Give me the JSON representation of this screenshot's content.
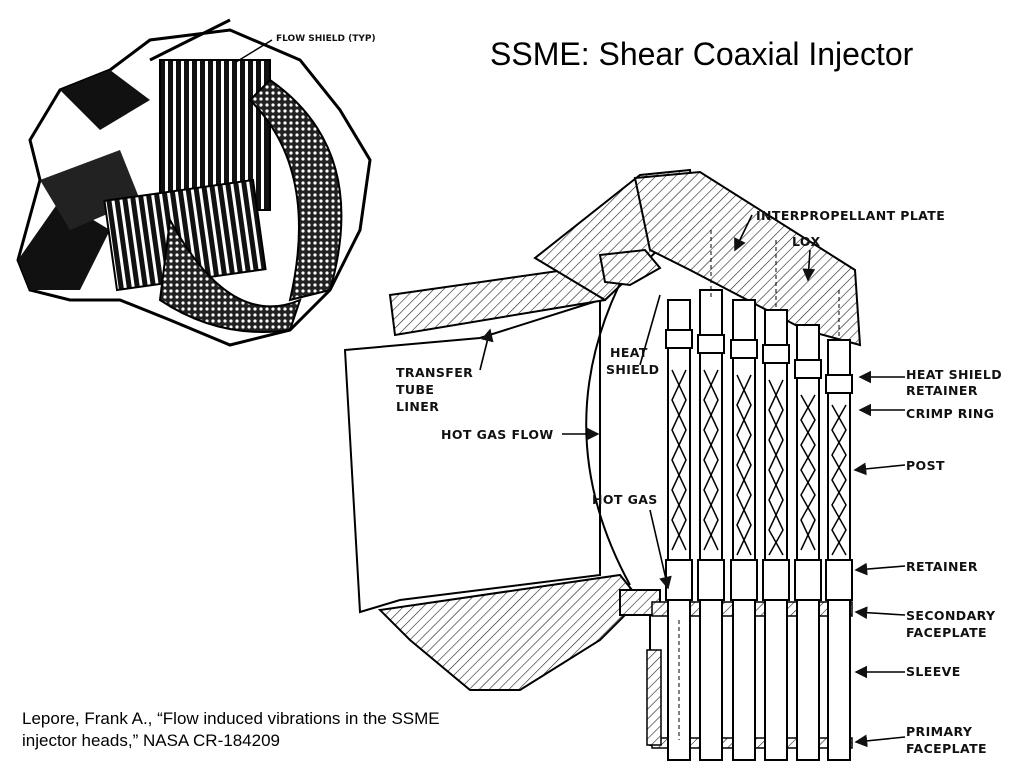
{
  "title": "SSME: Shear Coaxial Injector",
  "citation": {
    "line1": "Lepore, Frank A., “Flow induced vibrations in the SSME",
    "line2": "injector heads,” NASA CR-184209"
  },
  "cutaway": {
    "flow_shield_label": "FLOW SHIELD (TYP)"
  },
  "section_labels": {
    "interpropellant_plate": "INTERPROPELLANT PLATE",
    "lox": "LOX",
    "heat_shield_1": "HEAT",
    "heat_shield_2": "SHIELD",
    "transfer_1": "TRANSFER",
    "transfer_2": "TUBE",
    "transfer_3": "LINER",
    "hot_gas_flow": "HOT GAS FLOW",
    "hot_gas": "HOT GAS",
    "heat_shield_retainer_1": "HEAT SHIELD",
    "heat_shield_retainer_2": "RETAINER",
    "crimp_ring": "CRIMP RING",
    "post": "POST",
    "retainer": "RETAINER",
    "secondary_faceplate_1": "SECONDARY",
    "secondary_faceplate_2": "FACEPLATE",
    "sleeve": "SLEEVE",
    "primary_faceplate_1": "PRIMARY",
    "primary_faceplate_2": "FACEPLATE"
  }
}
